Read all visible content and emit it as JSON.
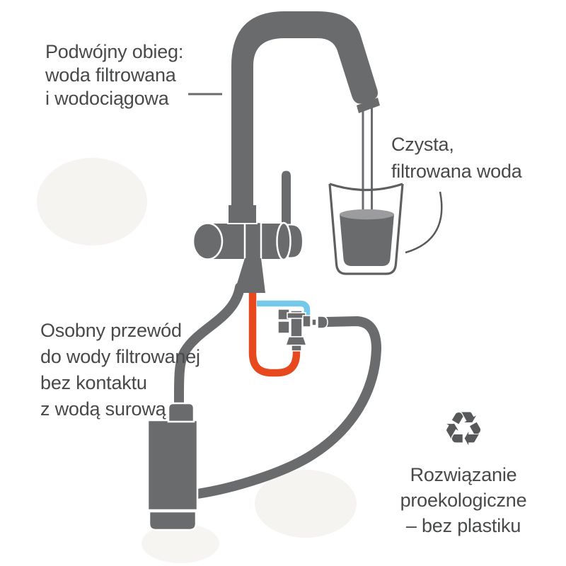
{
  "figure": {
    "annotations": {
      "dual_circuit": {
        "lines": [
          "Podwójny obieg:",
          "woda filtrowana",
          "i wodociągowa"
        ]
      },
      "clean_water": {
        "lines": [
          "Czysta,",
          "filtrowana woda"
        ]
      },
      "separate_pipe": {
        "lines": [
          "Osobny przewód",
          "do wody filtrowanej",
          "bez kontaktu",
          "z wodą surową"
        ]
      },
      "eco_solution": {
        "lines": [
          "Rozwiązanie",
          "proekologiczne",
          "– bez plastiku"
        ]
      }
    },
    "icons": {
      "recycling": "♻"
    },
    "colors": {
      "diagram_gray": "#6a6b6d",
      "tube_orange": "#e8481d",
      "tube_blue": "#74c8ea",
      "water_surface": "#9c9c9e",
      "text_gray": "#48494b"
    }
  }
}
